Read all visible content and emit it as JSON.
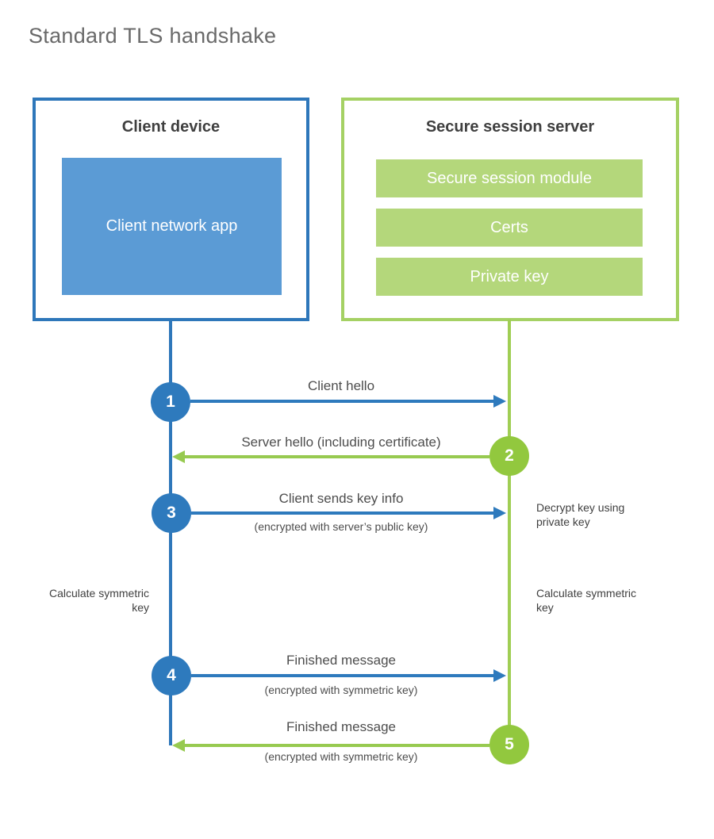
{
  "page": {
    "title": "Standard TLS handshake"
  },
  "colors": {
    "blue": "#2e7abd",
    "blue_fill": "#5b9bd5",
    "green_border": "#a5d164",
    "green_circle": "#92c83e",
    "green_fill": "#b4d77b",
    "text_dark": "#3f3f3f",
    "title_gray": "#6a6a6a"
  },
  "client": {
    "title": "Client device",
    "app_label": "Client network app"
  },
  "server": {
    "title": "Secure session server",
    "modules": [
      "Secure session module",
      "Certs",
      "Private key"
    ]
  },
  "steps": [
    {
      "num": "1",
      "label": "Client hello",
      "sub": "",
      "direction": "client-to-server"
    },
    {
      "num": "2",
      "label": "Server hello (including certificate)",
      "sub": "",
      "direction": "server-to-client"
    },
    {
      "num": "3",
      "label": "Client sends key info",
      "sub": "(encrypted with server’s public key)",
      "direction": "client-to-server"
    },
    {
      "num": "4",
      "label": "Finished message",
      "sub": "(encrypted with symmetric key)",
      "direction": "client-to-server"
    },
    {
      "num": "5",
      "label": "Finished message",
      "sub": "(encrypted with symmetric key)",
      "direction": "server-to-client"
    }
  ],
  "annotations": {
    "decrypt_note": "Decrypt key using private key",
    "calc_left": "Calculate symmetric key",
    "calc_right": "Calculate symmetric key"
  }
}
